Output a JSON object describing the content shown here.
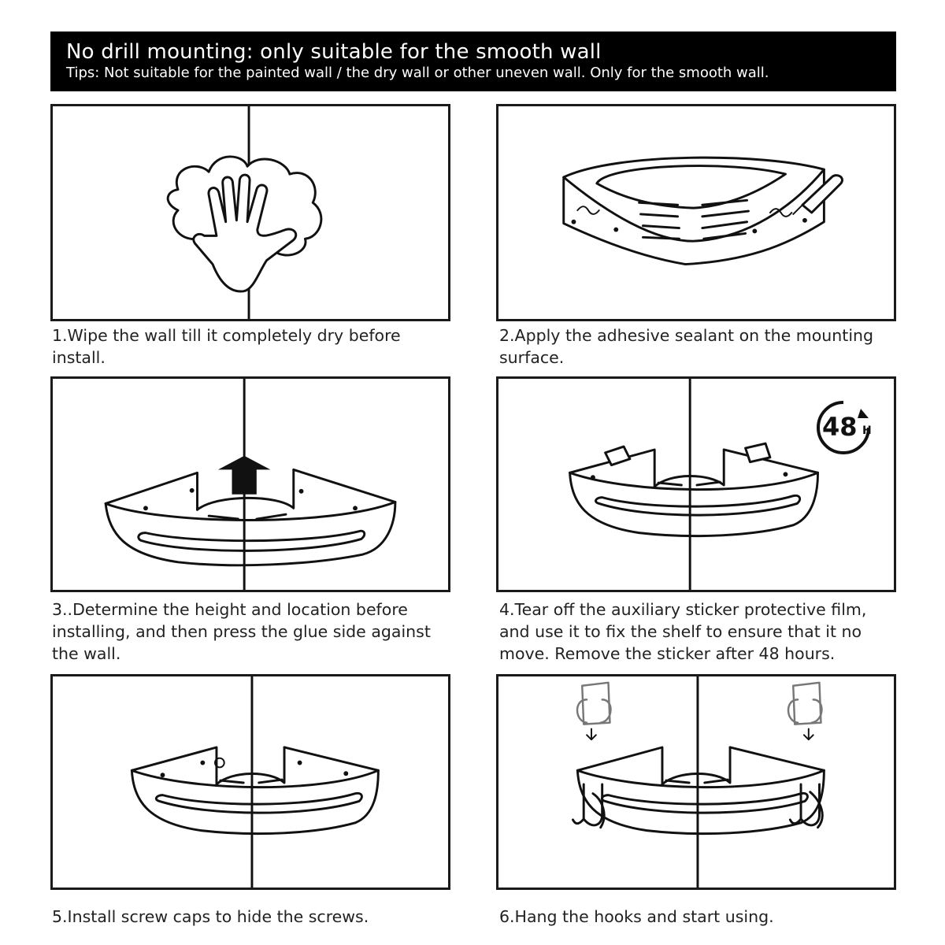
{
  "banner": {
    "title": "No drill mounting: only suitable for the smooth wall",
    "tips": "Tips: Not suitable for the painted wall / the dry wall or other uneven wall. Only for the smooth wall."
  },
  "steps": [
    {
      "caption": "1.Wipe the wall till it completely dry before\ninstall.",
      "icon": "hand-wiping-cloth-icon"
    },
    {
      "caption": "2.Apply the adhesive sealant on the mounting\nsurface.",
      "icon": "shelf-with-sealant-icon"
    },
    {
      "caption": "3..Determine the height and location before\ninstalling, and then press the glue side against\nthe wall.",
      "icon": "shelf-press-up-arrow-icon"
    },
    {
      "caption": "4.Tear off the auxiliary sticker protective film,\nand use it to fix the shelf to ensure that it no\nmove. Remove the sticker after 48 hours.",
      "icon": "shelf-with-stickers-icon"
    },
    {
      "caption": "5.Install screw caps to hide the screws.",
      "icon": "shelf-screw-caps-icon"
    },
    {
      "caption": "6.Hang the hooks and start using.",
      "icon": "shelf-with-hooks-icon"
    }
  ],
  "badge": {
    "number": "48",
    "unit": "H",
    "icon": "48-hour-timer-icon"
  }
}
